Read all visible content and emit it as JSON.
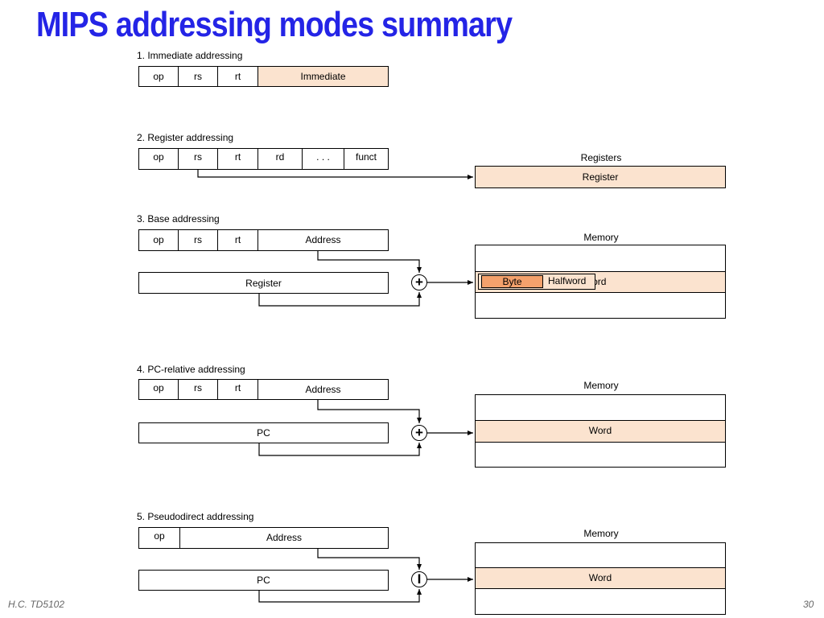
{
  "title": "MIPS addressing modes summary",
  "modes": {
    "m1": {
      "heading": "1. Immediate addressing",
      "fields": [
        "op",
        "rs",
        "rt",
        "Immediate"
      ]
    },
    "m2": {
      "heading": "2. Register addressing",
      "fields": [
        "op",
        "rs",
        "rt",
        "rd",
        ". . .",
        "funct"
      ],
      "target_title": "Registers",
      "target_row": "Register"
    },
    "m3": {
      "heading": "3. Base addressing",
      "fields": [
        "op",
        "rs",
        "rt",
        "Address"
      ],
      "base_box": "Register",
      "operator": "+",
      "target_title": "Memory",
      "byte": "Byte",
      "halfword": "Halfword",
      "word": "Word"
    },
    "m4": {
      "heading": "4. PC-relative addressing",
      "fields": [
        "op",
        "rs",
        "rt",
        "Address"
      ],
      "base_box": "PC",
      "operator": "+",
      "target_title": "Memory",
      "word": "Word"
    },
    "m5": {
      "heading": "5. Pseudodirect addressing",
      "fields": [
        "op",
        "Address"
      ],
      "base_box": "PC",
      "operator": "I",
      "target_title": "Memory",
      "word": "Word"
    }
  },
  "colors": {
    "title": "#2424e6",
    "highlight": "#fbe3cf",
    "byte": "#f4a16c"
  },
  "footer": {
    "left": "H.C. TD5102",
    "right": "30"
  }
}
